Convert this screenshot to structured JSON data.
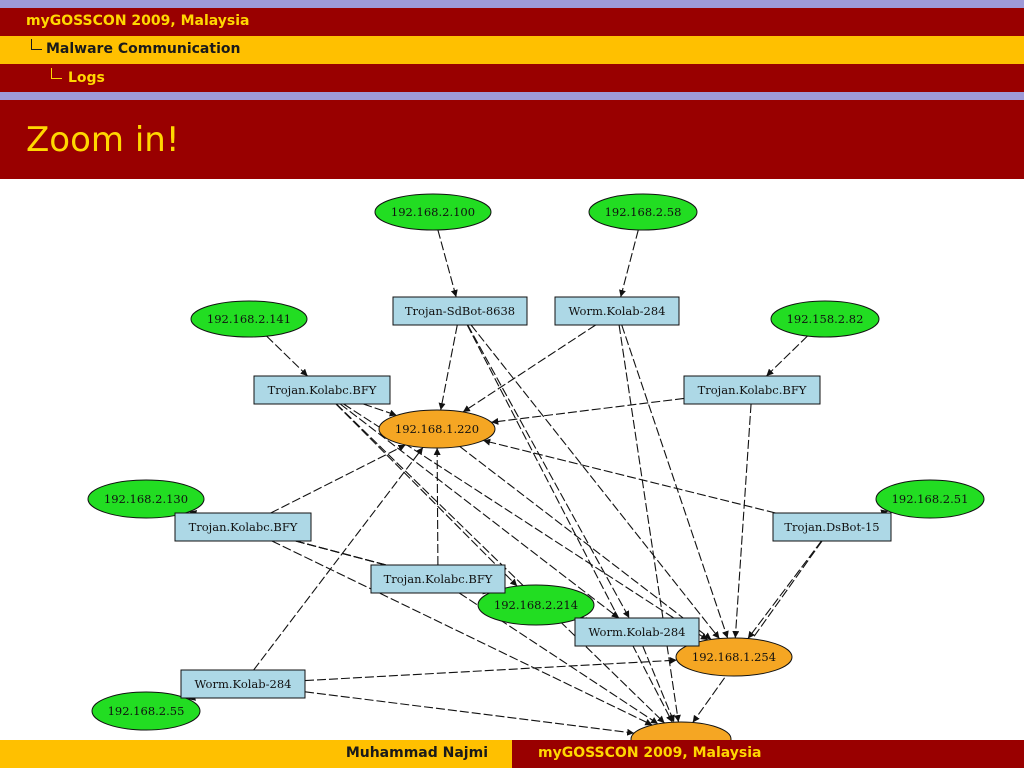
{
  "header": {
    "conference": "myGOSSCON 2009, Malaysia",
    "section": "Malware Communication",
    "subsection": "Logs"
  },
  "slide": {
    "title": "Zoom in!"
  },
  "graph": {
    "colors": {
      "host": "#22dd22",
      "target": "#f5a623",
      "malware": "#add8e6"
    },
    "nodes": [
      {
        "id": "h100",
        "label": "192.168.2.100",
        "kind": "host"
      },
      {
        "id": "h58",
        "label": "192.168.2.58",
        "kind": "host"
      },
      {
        "id": "h141",
        "label": "192.168.2.141",
        "kind": "host"
      },
      {
        "id": "h82",
        "label": "192.158.2.82",
        "kind": "host"
      },
      {
        "id": "h130",
        "label": "192.168.2.130",
        "kind": "host"
      },
      {
        "id": "h51",
        "label": "192.168.2.51",
        "kind": "host"
      },
      {
        "id": "h214",
        "label": "192.168.2.214",
        "kind": "host"
      },
      {
        "id": "h55",
        "label": "192.168.2.55",
        "kind": "host"
      },
      {
        "id": "t220",
        "label": "192.168.1.220",
        "kind": "target"
      },
      {
        "id": "t254",
        "label": "192.168.1.254",
        "kind": "target"
      },
      {
        "id": "tBottom",
        "label": "",
        "kind": "target"
      },
      {
        "id": "mSdBot",
        "label": "Trojan-SdBot-8638",
        "kind": "malware"
      },
      {
        "id": "mKolab1",
        "label": "Worm.Kolab-284",
        "kind": "malware"
      },
      {
        "id": "mKolabc1",
        "label": "Trojan.Kolabc.BFY",
        "kind": "malware"
      },
      {
        "id": "mKolabc2",
        "label": "Trojan.Kolabc.BFY",
        "kind": "malware"
      },
      {
        "id": "mKolabc3",
        "label": "Trojan.Kolabc.BFY",
        "kind": "malware"
      },
      {
        "id": "mDsBot",
        "label": "Trojan.DsBot-15",
        "kind": "malware"
      },
      {
        "id": "mKolabc4",
        "label": "Trojan.Kolabc.BFY",
        "kind": "malware"
      },
      {
        "id": "mKolab2",
        "label": "Worm.Kolab-284",
        "kind": "malware"
      },
      {
        "id": "mKolab3",
        "label": "Worm.Kolab-284",
        "kind": "malware"
      }
    ],
    "edges": [
      [
        "h100",
        "mSdBot"
      ],
      [
        "h58",
        "mKolab1"
      ],
      [
        "h141",
        "mKolabc1"
      ],
      [
        "h82",
        "mKolabc2"
      ],
      [
        "mKolabc3",
        "h130"
      ],
      [
        "mDsBot",
        "h51"
      ],
      [
        "mKolabc4",
        "h214"
      ],
      [
        "mKolab3",
        "h55"
      ],
      [
        "mSdBot",
        "t220"
      ],
      [
        "mKolab1",
        "t220"
      ],
      [
        "mKolabc1",
        "t220"
      ],
      [
        "mKolabc2",
        "t220"
      ],
      [
        "mKolabc3",
        "t220"
      ],
      [
        "mDsBot",
        "t220"
      ],
      [
        "mKolabc4",
        "t220"
      ],
      [
        "mKolab3",
        "t220"
      ],
      [
        "mSdBot",
        "t254"
      ],
      [
        "mKolab1",
        "t254"
      ],
      [
        "mKolabc1",
        "t254"
      ],
      [
        "mKolabc2",
        "t254"
      ],
      [
        "mKolabc3",
        "t254"
      ],
      [
        "mDsBot",
        "t254"
      ],
      [
        "mKolab2",
        "t254"
      ],
      [
        "mKolab3",
        "t254"
      ],
      [
        "mSdBot",
        "tBottom"
      ],
      [
        "mKolabc1",
        "tBottom"
      ],
      [
        "mKolabc3",
        "tBottom"
      ],
      [
        "mDsBot",
        "tBottom"
      ],
      [
        "mKolab3",
        "tBottom"
      ],
      [
        "mKolabc4",
        "tBottom"
      ],
      [
        "mKolab2",
        "tBottom"
      ],
      [
        "mSdBot",
        "mKolab2"
      ],
      [
        "mKolabc1",
        "mKolab2"
      ],
      [
        "mKolabc3",
        "mKolab2"
      ],
      [
        "mKolab1",
        "tBottom"
      ],
      [
        "mKolabc1",
        "h214"
      ],
      [
        "t220",
        "t254"
      ],
      [
        "mKolabc3",
        "h214"
      ]
    ]
  },
  "footer": {
    "author": "Muhammad Najmi",
    "conference": "myGOSSCON 2009, Malaysia"
  }
}
